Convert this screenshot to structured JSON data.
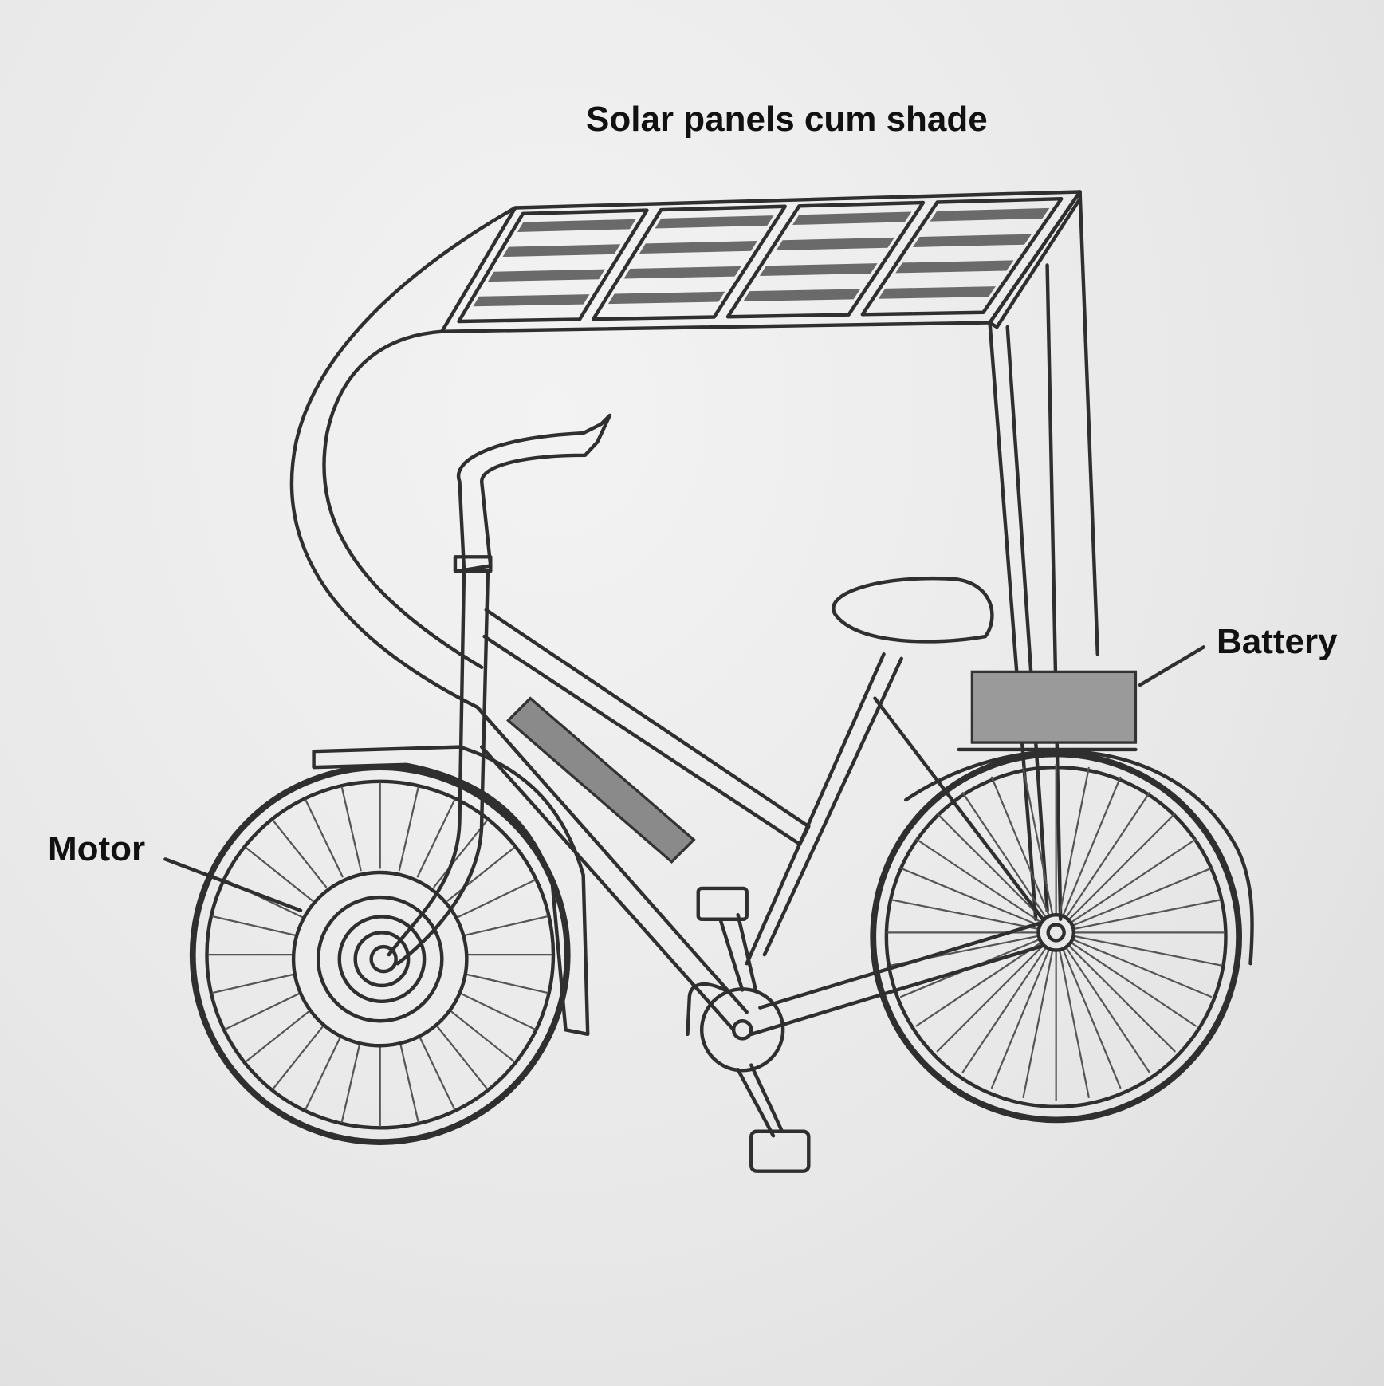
{
  "title": "Solar panels cum shade",
  "labels": {
    "battery": "Battery",
    "motor": "Motor"
  },
  "colors": {
    "paper": "#ececec",
    "ink": "#2f2f2f"
  }
}
